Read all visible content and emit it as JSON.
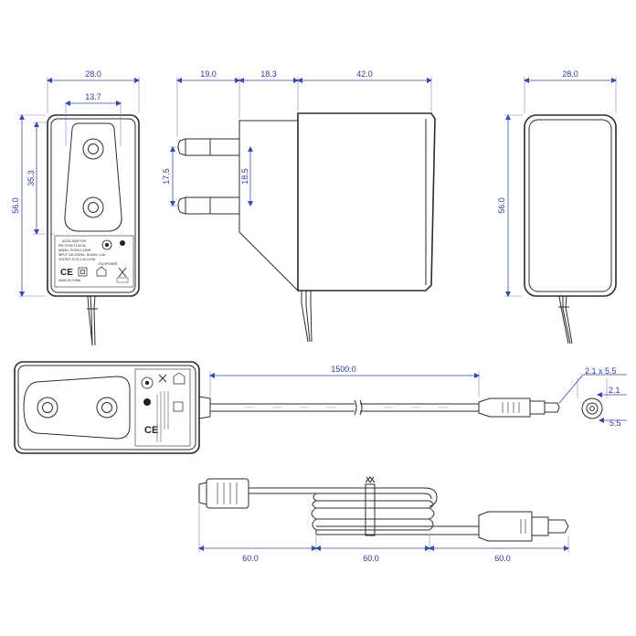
{
  "dimensions": {
    "front_width": "28.0",
    "socket_spacing": "13.7",
    "front_height": "56.0",
    "label_height": "35.3",
    "pin_length": "19.0",
    "flange_width": "18.3",
    "body_depth": "42.0",
    "back_width": "28.0",
    "pin_spacing_a": "17.5",
    "pin_spacing_b": "18.5",
    "back_height": "56.0",
    "cable_length": "1500.0",
    "plug_size": "2.1 x 5.5",
    "plug_inner": "2.1",
    "plug_outer": "5.5",
    "coil_left": "60.0",
    "coil_mid": "60.0",
    "coil_right": "60.0"
  },
  "label": {
    "title": "AC/DC ADAPTOR",
    "part_no": "P/N: PGSK 12.00 0A",
    "model": "MODEL: PGSK12-12000",
    "input": "INPUT: 100-240VAC, 50-60Hz, 0.4A",
    "output": "OUTPUT: 12.0V 1.0A 12.0W",
    "brand": "POLYPOWER",
    "made_in": "MADE IN CHINA"
  }
}
